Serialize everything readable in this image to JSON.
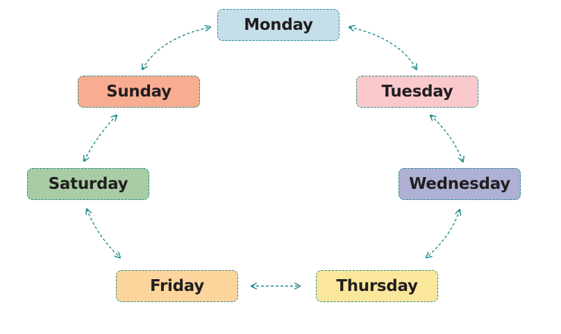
{
  "days": [
    {
      "id": "monday",
      "label": "Monday",
      "color": "#c5dfea"
    },
    {
      "id": "tuesday",
      "label": "Tuesday",
      "color": "#f9c9cb"
    },
    {
      "id": "wednesday",
      "label": "Wednesday",
      "color": "#aeb0d4"
    },
    {
      "id": "thursday",
      "label": "Thursday",
      "color": "#fbe79b"
    },
    {
      "id": "friday",
      "label": "Friday",
      "color": "#fcd59c"
    },
    {
      "id": "saturday",
      "label": "Saturday",
      "color": "#a9cca4"
    },
    {
      "id": "sunday",
      "label": "Sunday",
      "color": "#f8ad91"
    }
  ],
  "arrow_color": "#1c8a8a",
  "connections": [
    {
      "from": "monday",
      "to": "tuesday",
      "style": "dashed",
      "direction": "bidirectional"
    },
    {
      "from": "tuesday",
      "to": "wednesday",
      "style": "dashed",
      "direction": "bidirectional"
    },
    {
      "from": "wednesday",
      "to": "thursday",
      "style": "dashed",
      "direction": "bidirectional"
    },
    {
      "from": "thursday",
      "to": "friday",
      "style": "dashed",
      "direction": "bidirectional"
    },
    {
      "from": "friday",
      "to": "saturday",
      "style": "dashed",
      "direction": "bidirectional"
    },
    {
      "from": "saturday",
      "to": "sunday",
      "style": "dashed",
      "direction": "bidirectional"
    },
    {
      "from": "sunday",
      "to": "monday",
      "style": "dashed",
      "direction": "bidirectional"
    }
  ]
}
